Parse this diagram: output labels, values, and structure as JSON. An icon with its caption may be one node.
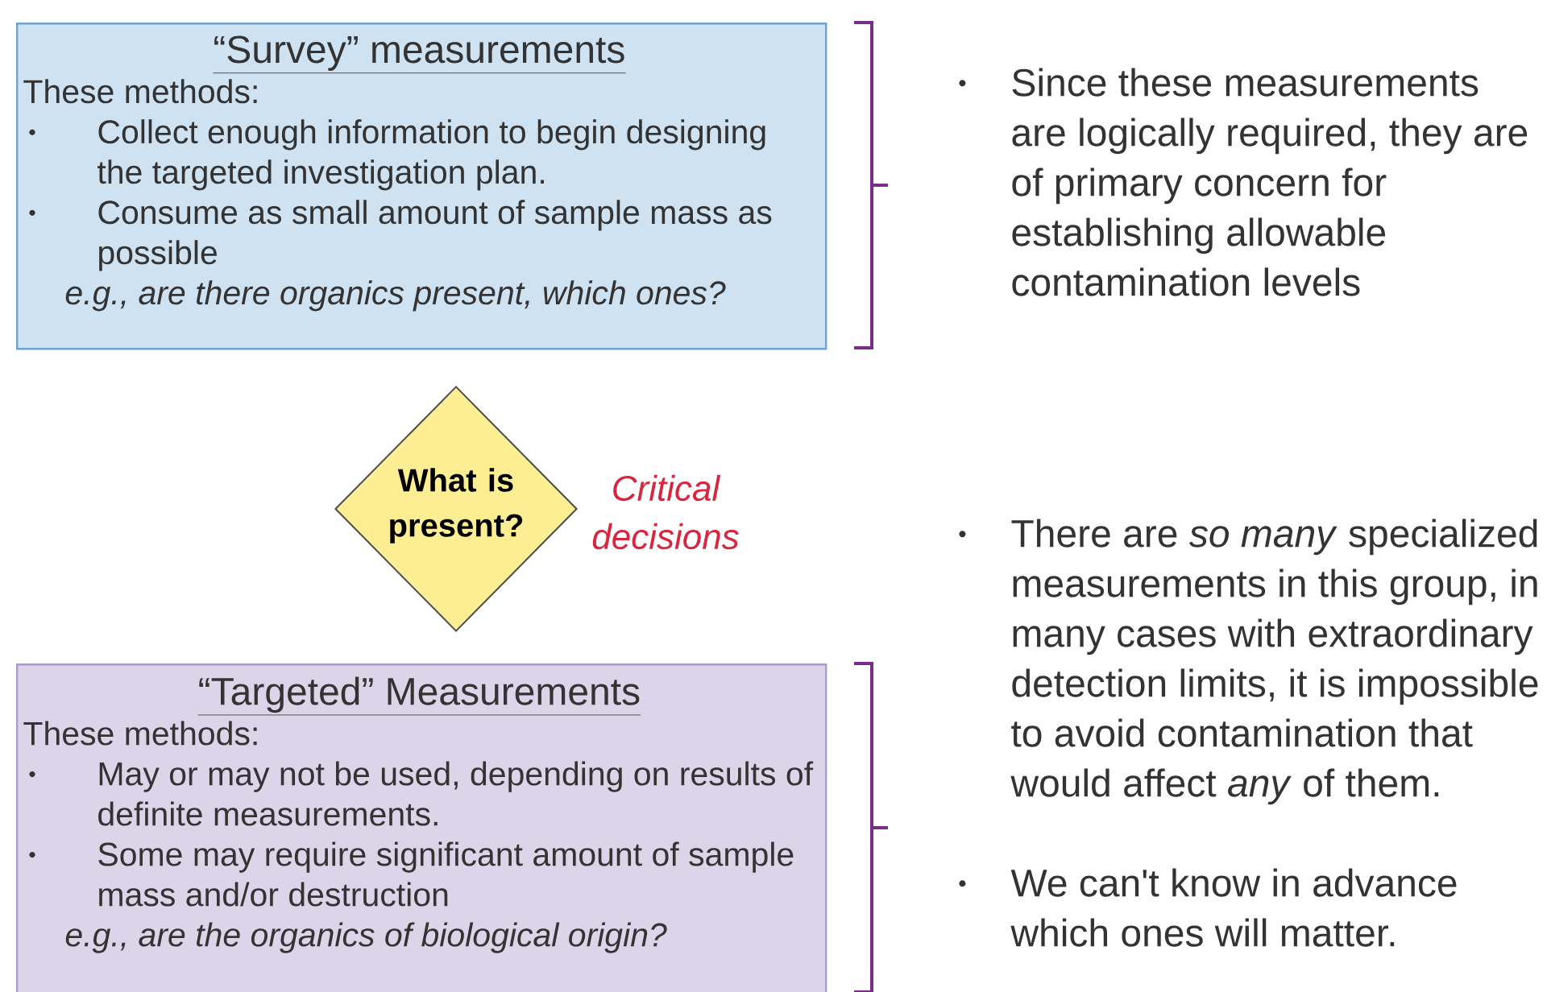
{
  "diagram": {
    "nodes": [
      {
        "text": [
          "“Survey” measurements",
          "These methods:",
          "Collect enough information to begin designing the targeted investigation plan.",
          "Consume as small amount of sample mass as possible",
          "e.g., are there organics present, which ones?"
        ]
      },
      {
        "text": [
          "What is present?"
        ],
        "beside": [
          "Critical decisions"
        ]
      },
      {
        "text": [
          "“Targeted” Measurements",
          "These methods:",
          "May or may not be used, depending on results of definite measurements.",
          "Some may require significant amount of sample mass and/or destruction",
          "e.g., are the organics of biological origin?"
        ]
      }
    ],
    "labels": [
      "Since these measurements are logically required, they are of primary concern for establishing allowable contamination levels",
      "There are *so many* specialized measurements in this group, in many cases with extraordinary detection limits, it is impossible to avoid contamination that would affect *any* of them.",
      "We can't know in advance which ones will matter."
    ]
  }
}
